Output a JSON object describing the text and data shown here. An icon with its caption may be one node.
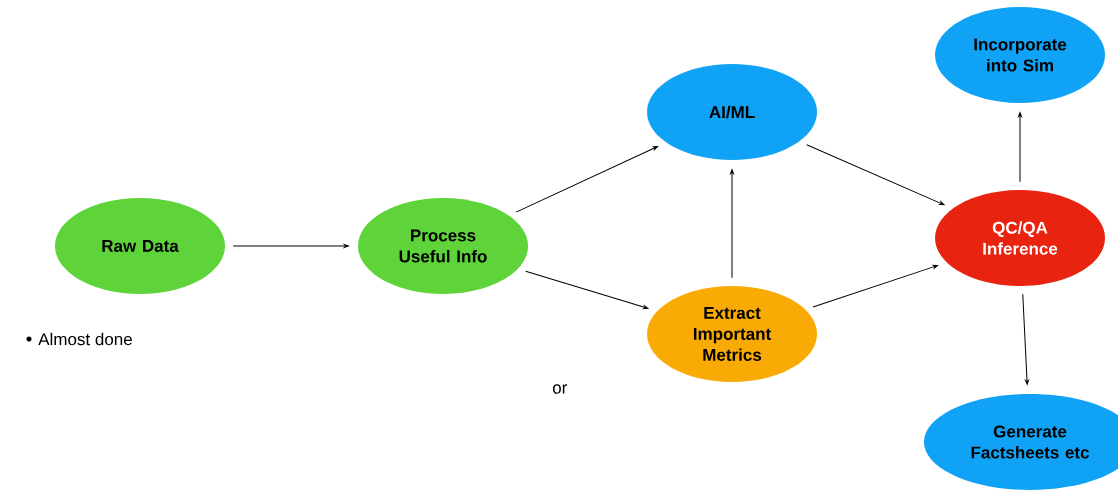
{
  "diagram": {
    "nodes": [
      {
        "text": [
          "Raw Data"
        ]
      },
      {
        "text": [
          "Process Useful Info"
        ]
      },
      {
        "text": [
          "AI/ML"
        ]
      },
      {
        "text": [
          "Extract Important Metrics"
        ]
      },
      {
        "text": [
          "QC/QA Inference"
        ]
      },
      {
        "text": [
          "Incorporate into Sim"
        ]
      },
      {
        "text": [
          "Generate Factsheets etc"
        ]
      }
    ],
    "edges": [
      {
        "from": 0,
        "to": 1,
        "arrow": "to"
      },
      {
        "from": 1,
        "to": 2,
        "arrow": "to"
      },
      {
        "from": 1,
        "to": 3,
        "arrow": "to"
      },
      {
        "from": 3,
        "to": 2,
        "arrow": "to"
      },
      {
        "from": 2,
        "to": 4,
        "arrow": "to"
      },
      {
        "from": 3,
        "to": 4,
        "arrow": "to"
      },
      {
        "from": 4,
        "to": 5,
        "arrow": "to"
      },
      {
        "from": 4,
        "to": 6,
        "arrow": "to"
      }
    ],
    "labels": [
      "Almost done",
      "or"
    ]
  }
}
